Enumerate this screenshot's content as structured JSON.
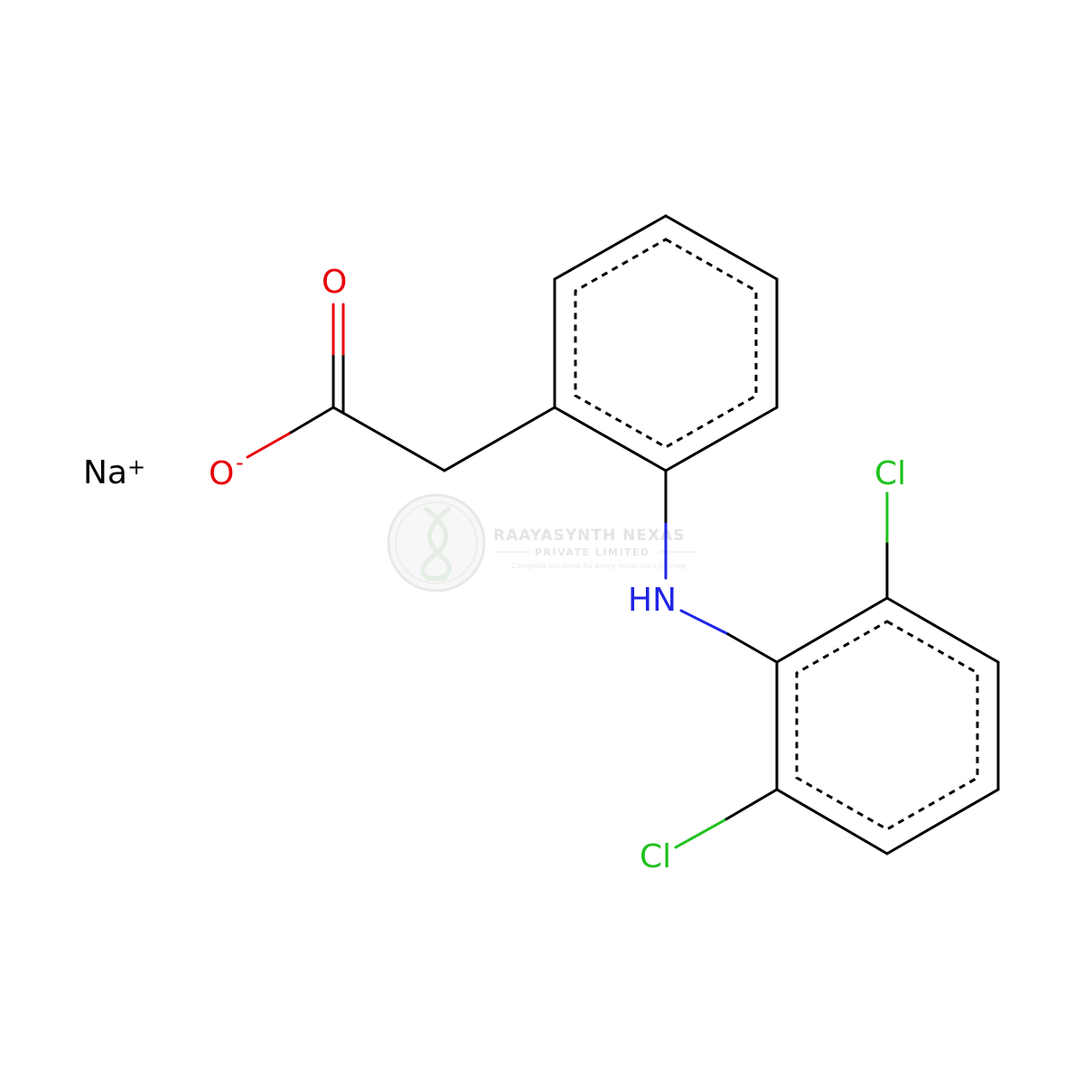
{
  "molecule": {
    "counterion": {
      "symbol": "Na",
      "charge": "+"
    },
    "carboxylate_oxygen": {
      "symbol": "O",
      "charge": "-"
    },
    "carbonyl_oxygen": {
      "symbol": "O"
    },
    "amine": {
      "symbol": "HN"
    },
    "chlorine_top": {
      "symbol": "Cl"
    },
    "chlorine_bottom": {
      "symbol": "Cl"
    }
  },
  "colors": {
    "carbon_bond": "#000000",
    "oxygen": "#e8000b",
    "nitrogen": "#1f24e5",
    "chlorine": "#1fc21f",
    "sodium": "#000000"
  },
  "watermark": {
    "company": "RAAYASYNTH NEXAS",
    "subtitle": "PRIVATE LIMITED",
    "tagline": "Complete solutions for every molecule's journey",
    "logo_icon": "dna-helix-icon"
  }
}
